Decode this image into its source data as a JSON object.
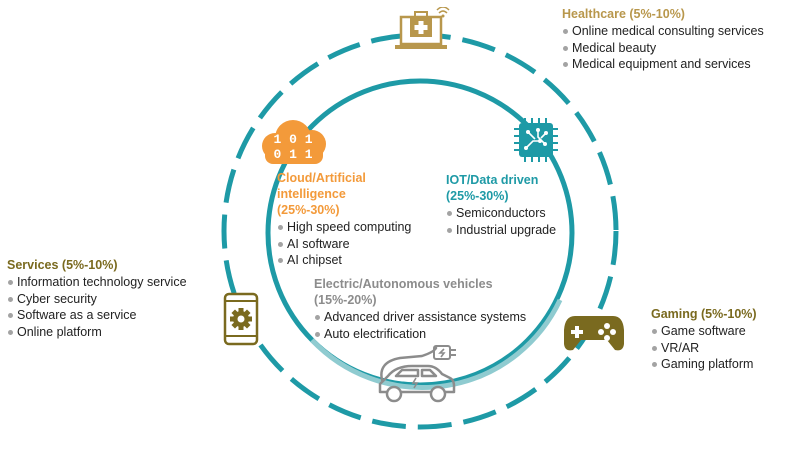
{
  "colors": {
    "outer_ring": "#1e9aa6",
    "inner_ring": "#1e9aa6",
    "inner_ring_light": "#8fcbd0",
    "gold": "#b8974c",
    "olive": "#7a6a1f",
    "orange": "#f39a3a",
    "teal": "#1e9aa6",
    "gray": "#8c8c8c"
  },
  "healthcare": {
    "icon": "laptop-medical-icon",
    "title": "Healthcare (5%-10%)",
    "items": [
      "Online medical consulting services",
      "Medical beauty",
      "Medical equipment and services"
    ]
  },
  "cloud": {
    "icon": "cloud-binary-icon",
    "title_line1": "Cloud/Artificial",
    "title_line2": "intelligence",
    "title_line3": "(25%-30%)",
    "binary_row1": "1 0 1",
    "binary_row2": "0 1 1",
    "items": [
      "High speed computing",
      "AI software",
      "AI chipset"
    ]
  },
  "iot": {
    "icon": "chip-icon",
    "title_line1": "IOT/Data driven",
    "title_line2": "(25%-30%)",
    "items": [
      "Semiconductors",
      "Industrial upgrade"
    ]
  },
  "services": {
    "icon": "phone-gear-icon",
    "title": "Services (5%-10%)",
    "items": [
      "Information technology service",
      "Cyber security",
      "Software as a service",
      "Online platform"
    ]
  },
  "ev": {
    "icon": "electric-car-icon",
    "title_line1": "Electric/Autonomous vehicles",
    "title_line2": "(15%-20%)",
    "items": [
      "Advanced driver assistance systems",
      "Auto electrification"
    ]
  },
  "gaming": {
    "icon": "gamepad-icon",
    "title": "Gaming (5%-10%)",
    "items": [
      "Game software",
      "VR/AR",
      "Gaming platform"
    ]
  }
}
